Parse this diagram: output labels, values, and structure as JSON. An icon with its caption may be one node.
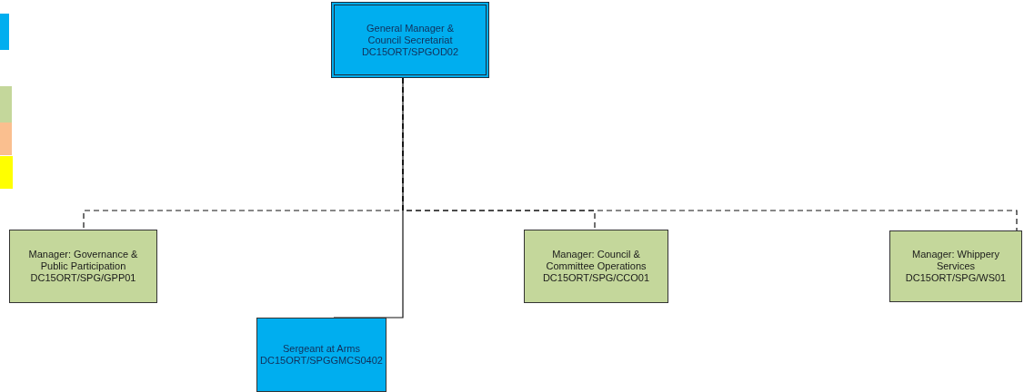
{
  "diagram": {
    "nodes": [
      {
        "text": [
          "General Manager & Council Secretariat DC15ORT/SPGOD02"
        ]
      },
      {
        "text": [
          "Manager: Governance & Public Participation DC15ORT/SPG/GPP01"
        ]
      },
      {
        "text": [
          "Sergeant at Arms DC15ORT/SPGGMCS0402"
        ]
      },
      {
        "text": [
          "Manager: Council & Committee Operations DC15ORT/SPG/CCO01"
        ]
      },
      {
        "text": [
          "Manager: Whippery Services DC15ORT/SPG/WS01"
        ]
      }
    ],
    "edges": [
      {
        "from": 0,
        "to": 2,
        "arrow": "none"
      },
      {
        "from": 0,
        "to": 1,
        "arrow": "none",
        "style": "dashed"
      },
      {
        "from": 0,
        "to": 3,
        "arrow": "none",
        "style": "dashed"
      },
      {
        "from": 0,
        "to": 4,
        "arrow": "none",
        "style": "dashed"
      }
    ]
  }
}
